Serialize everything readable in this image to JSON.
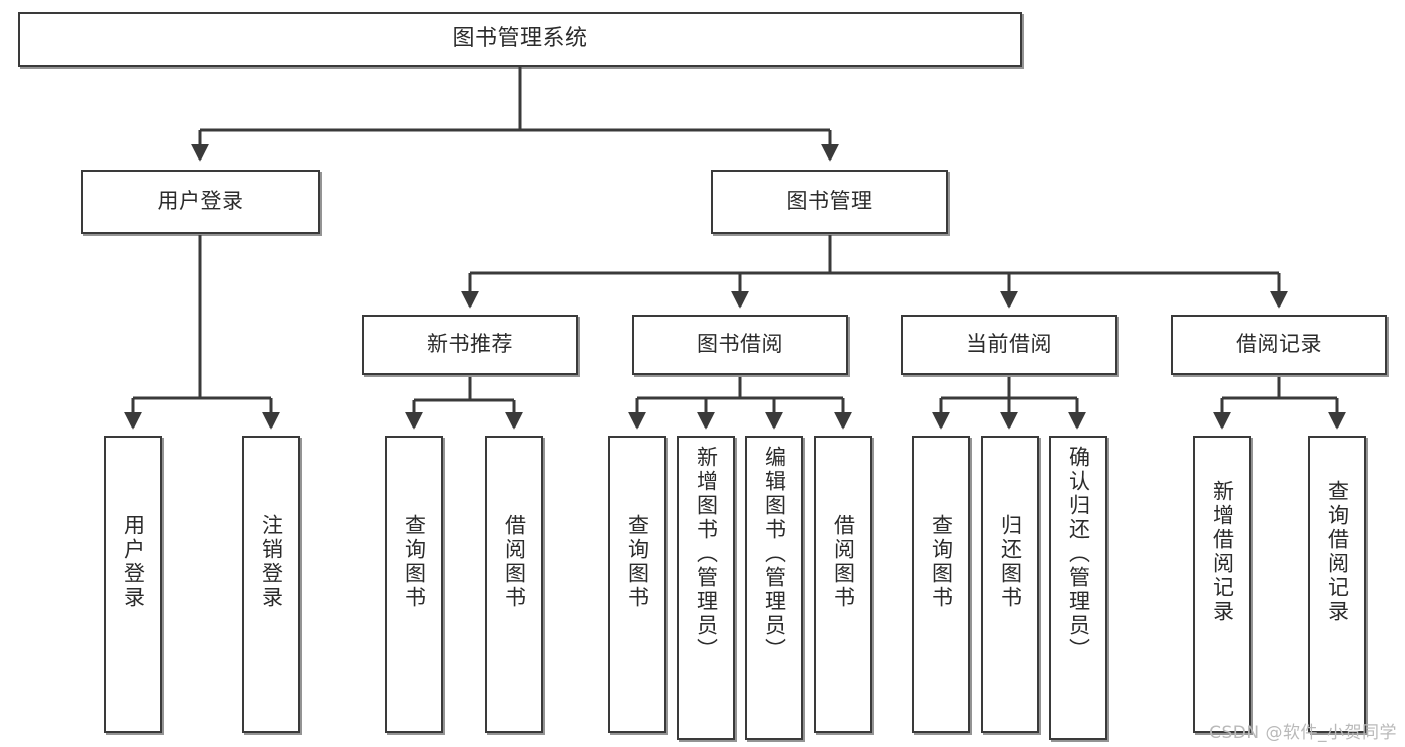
{
  "diagram": {
    "title": "图书管理系统",
    "type": "tree-hierarchy",
    "watermark": "CSDN @软件_小贺同学",
    "accent_color": "#3a3a3a",
    "background_color": "#ffffff"
  },
  "nodes": {
    "root": {
      "label": "图书管理系统"
    },
    "level2": [
      {
        "id": "user-login",
        "label": "用户登录"
      },
      {
        "id": "book-manage",
        "label": "图书管理"
      }
    ],
    "level3": [
      {
        "id": "new-book-recommend",
        "label": "新书推荐"
      },
      {
        "id": "book-borrow",
        "label": "图书借阅"
      },
      {
        "id": "current-borrow",
        "label": "当前借阅"
      },
      {
        "id": "borrow-record",
        "label": "借阅记录"
      }
    ],
    "leaves": {
      "user_login": [
        {
          "id": "leaf-user-login",
          "label": "用户登录"
        },
        {
          "id": "leaf-logout-login",
          "label": "注销登录"
        }
      ],
      "new_book_recommend": [
        {
          "id": "leaf-query-book-1",
          "label": "查询图书"
        },
        {
          "id": "leaf-borrow-book-1",
          "label": "借阅图书"
        }
      ],
      "book_borrow": [
        {
          "id": "leaf-query-book-2",
          "label": "查询图书"
        },
        {
          "id": "leaf-add-book",
          "label": "新增图书（管理员）"
        },
        {
          "id": "leaf-edit-book",
          "label": "编辑图书（管理员）"
        },
        {
          "id": "leaf-borrow-book-2",
          "label": "借阅图书"
        }
      ],
      "current_borrow": [
        {
          "id": "leaf-query-book-3",
          "label": "查询图书"
        },
        {
          "id": "leaf-return-book",
          "label": "归还图书"
        },
        {
          "id": "leaf-confirm-return",
          "label": "确认归还（管理员）"
        }
      ],
      "borrow_record": [
        {
          "id": "leaf-add-record",
          "label": "新增借阅记录"
        },
        {
          "id": "leaf-query-record",
          "label": "查询借阅记录"
        }
      ]
    }
  }
}
